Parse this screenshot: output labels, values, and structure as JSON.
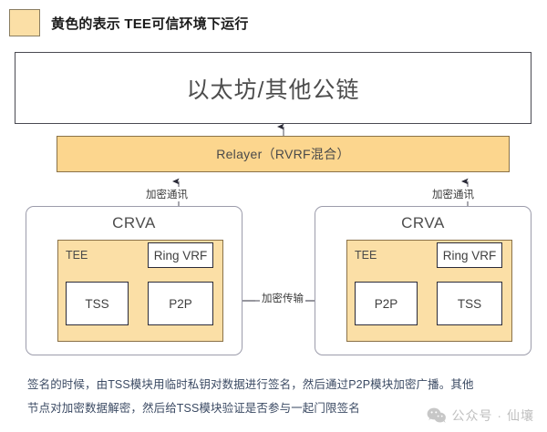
{
  "legend": {
    "swatch_color": "#fbdfa6",
    "text": "黄色的表示 TEE可信环境下运行"
  },
  "diagram": {
    "public_chain": {
      "label": "以太坊/其他公链"
    },
    "relayer": {
      "label": "Relayer（RVRF混合）",
      "fill_color": "#fcd68e"
    },
    "nodes": [
      {
        "title": "CRVA",
        "tee_label": "TEE",
        "ring_vrf_label": "Ring VRF",
        "module_left_label": "TSS",
        "module_right_label": "P2P"
      },
      {
        "title": "CRVA",
        "tee_label": "TEE",
        "ring_vrf_label": "Ring VRF",
        "module_left_label": "P2P",
        "module_right_label": "TSS"
      }
    ],
    "edges": {
      "encrypted_comm_left": "加密通讯",
      "encrypted_comm_right": "加密通讯",
      "encrypted_transfer": "加密传输"
    }
  },
  "caption": {
    "line1": "签名的时候，由TSS模块用临时私钥对数据进行签名，然后通过P2P模块加密广播。其他",
    "line2": "节点对加密数据解密，然后给TSS模块验证是否参与一起门限签名"
  },
  "watermark": {
    "icon": "wechat-icon",
    "text": "公众号 · 仙壤"
  }
}
